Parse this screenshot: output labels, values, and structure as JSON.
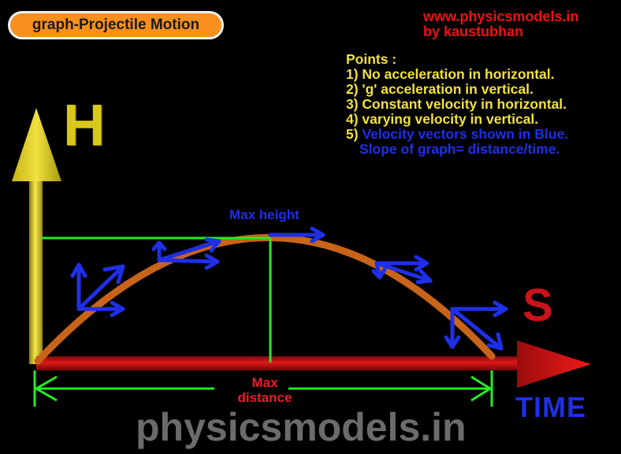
{
  "header": {
    "title": "graph-Projectile Motion",
    "website": "www.physicsmodels.in",
    "author": "by kaustubhan"
  },
  "points": {
    "heading": "Points  :",
    "items": [
      "1) No acceleration in horizontal.",
      "2) 'g' acceleration in vertical.",
      "3) Constant velocity in horizontal.",
      "4) varying velocity in vertical."
    ],
    "item5_number": "5)",
    "item5_text": "Velocity vectors shown in Blue.",
    "item5_line2": "Slope of graph= distance/time."
  },
  "diagram": {
    "vertical_axis_label": "H",
    "horizontal_axis_label": "S",
    "time_label": "TIME",
    "max_height_label": "Max height",
    "max_distance_label_line1": "Max",
    "max_distance_label_line2": "distance",
    "colors": {
      "vertical_axis": "#d8c81a",
      "horizontal_axis": "#c8141a",
      "trajectory": "#c8641a",
      "guides": "#22ee22",
      "velocity_vectors": "#1f2fe8"
    }
  },
  "watermark": "physicsmodels.in"
}
